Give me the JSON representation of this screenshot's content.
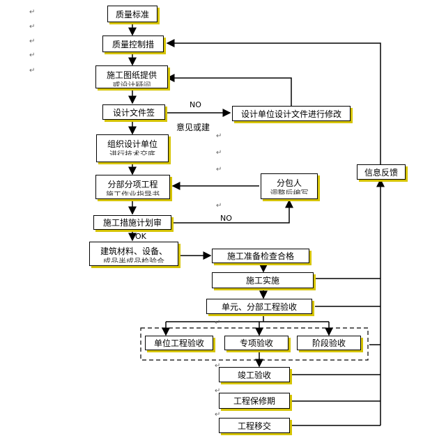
{
  "boxes": {
    "quality_standard": "质量标准",
    "quality_control": "质量控制措",
    "drawings_line1": "施工图纸提供",
    "drawings_line2": "或设计疑问",
    "design_doc": "设计文件签",
    "design_unit_modify": "设计单位设计文件进行修改",
    "org_design_line1": "组织设计单位",
    "org_design_line2": "进行技术交底",
    "subdivision_line1": "分部分项工程",
    "subdivision_line2": "施工作业指导书",
    "subcontractor_line1": "分包人",
    "subcontractor_line2": "调整后编写",
    "construction_plan": "施工措施计划审",
    "materials_line1": "建筑材料、设备、",
    "materials_line2": "成品半成品检验合",
    "prep_check": "施工准备检查合格",
    "construction_impl": "施工实施",
    "unit_acceptance": "单元、分部工程验收",
    "unit_eng_acceptance": "单位工程验收",
    "special_acceptance": "专项验收",
    "stage_acceptance": "阶段验收",
    "completion_acceptance": "竣工验收",
    "warranty": "工程保修期",
    "handover": "工程移交",
    "feedback": "信息反馈"
  },
  "labels": {
    "no1": "NO",
    "opinion": "意见或建",
    "no2": "NO",
    "ok": "OK"
  },
  "return_mark": "↵"
}
